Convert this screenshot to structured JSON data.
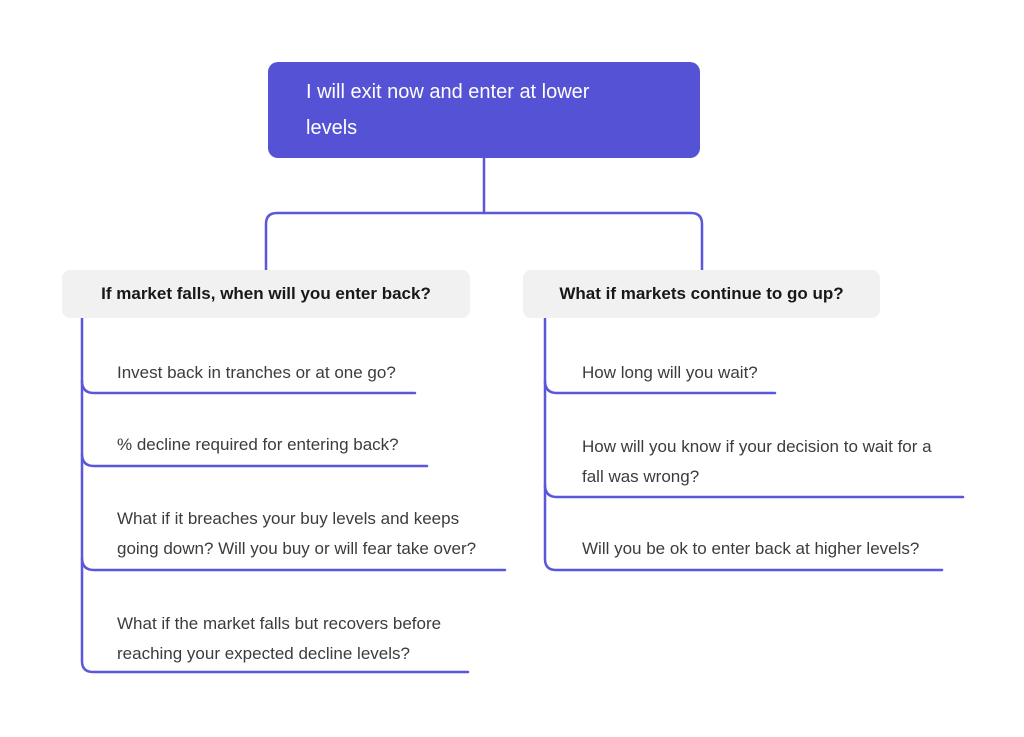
{
  "colors": {
    "root_bg": "#5552d5",
    "connector": "#5b57dc",
    "branch_bg": "#f1f1f1",
    "root_text": "#ffffff",
    "header_text": "#181818",
    "child_text": "#3c3c3c",
    "page_bg": "#ffffff"
  },
  "root": {
    "lines": [
      "I will exit now and enter at lower",
      "levels"
    ]
  },
  "branches": [
    {
      "label": "If market falls, when will you enter back?",
      "children": [
        {
          "lines": [
            "Invest back in tranches or at one go?"
          ]
        },
        {
          "lines": [
            "% decline required for entering back?"
          ]
        },
        {
          "lines": [
            "What if it breaches your buy levels and keeps",
            "going down? Will you buy or will fear take over?"
          ]
        },
        {
          "lines": [
            "What if the market falls but recovers before",
            "reaching your expected decline levels?"
          ]
        }
      ]
    },
    {
      "label": "What if markets continue to go up?",
      "children": [
        {
          "lines": [
            "How long will you wait?"
          ]
        },
        {
          "lines": [
            "How will you know if your decision to wait for a",
            "fall was wrong?"
          ]
        },
        {
          "lines": [
            "Will you be ok to enter back at higher levels?"
          ]
        }
      ]
    }
  ]
}
